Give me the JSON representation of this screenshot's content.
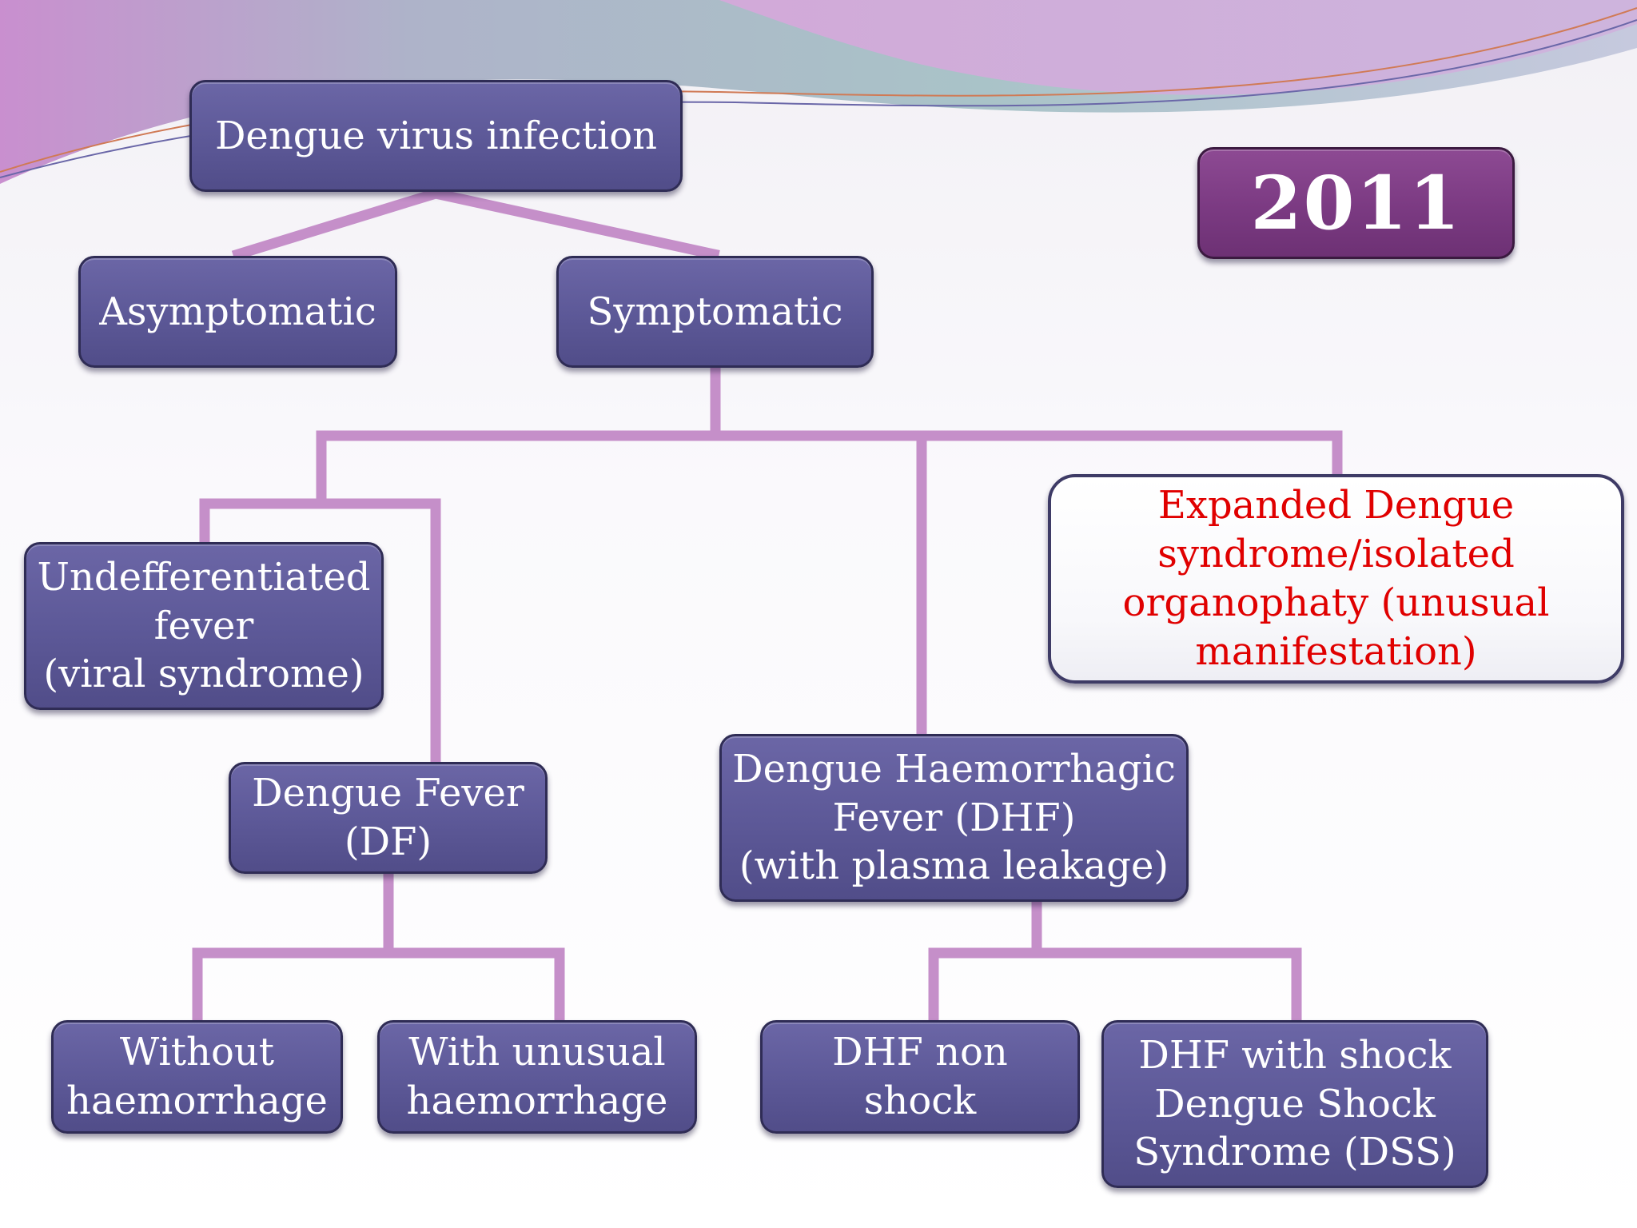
{
  "year": "2011",
  "colors": {
    "node_fill": "#5c5897",
    "node_border": "#2f2c55",
    "year_fill": "#7b3a82",
    "connector": "#c58fc9",
    "highlight_text": "#e00000"
  },
  "nodes": {
    "root": "Dengue virus infection",
    "asymptomatic": "Asymptomatic",
    "symptomatic": "Symptomatic",
    "undifferentiated": "Undefferentiated\nfever\n(viral syndrome)",
    "df": "Dengue Fever\n(DF)",
    "dhf": "Dengue Haemorrhagic\nFever (DHF)\n(with plasma leakage)",
    "expanded": "Expanded Dengue\nsyndrome/isolated\norganophaty (unusual\nmanifestation)",
    "without_haemorrhage": "Without\nhaemorrhage",
    "with_unusual_haemorrhage": "With unusual\nhaemorrhage",
    "dhf_non_shock": "DHF non\nshock",
    "dhf_shock": "DHF with shock\nDengue Shock\nSyndrome (DSS)"
  }
}
